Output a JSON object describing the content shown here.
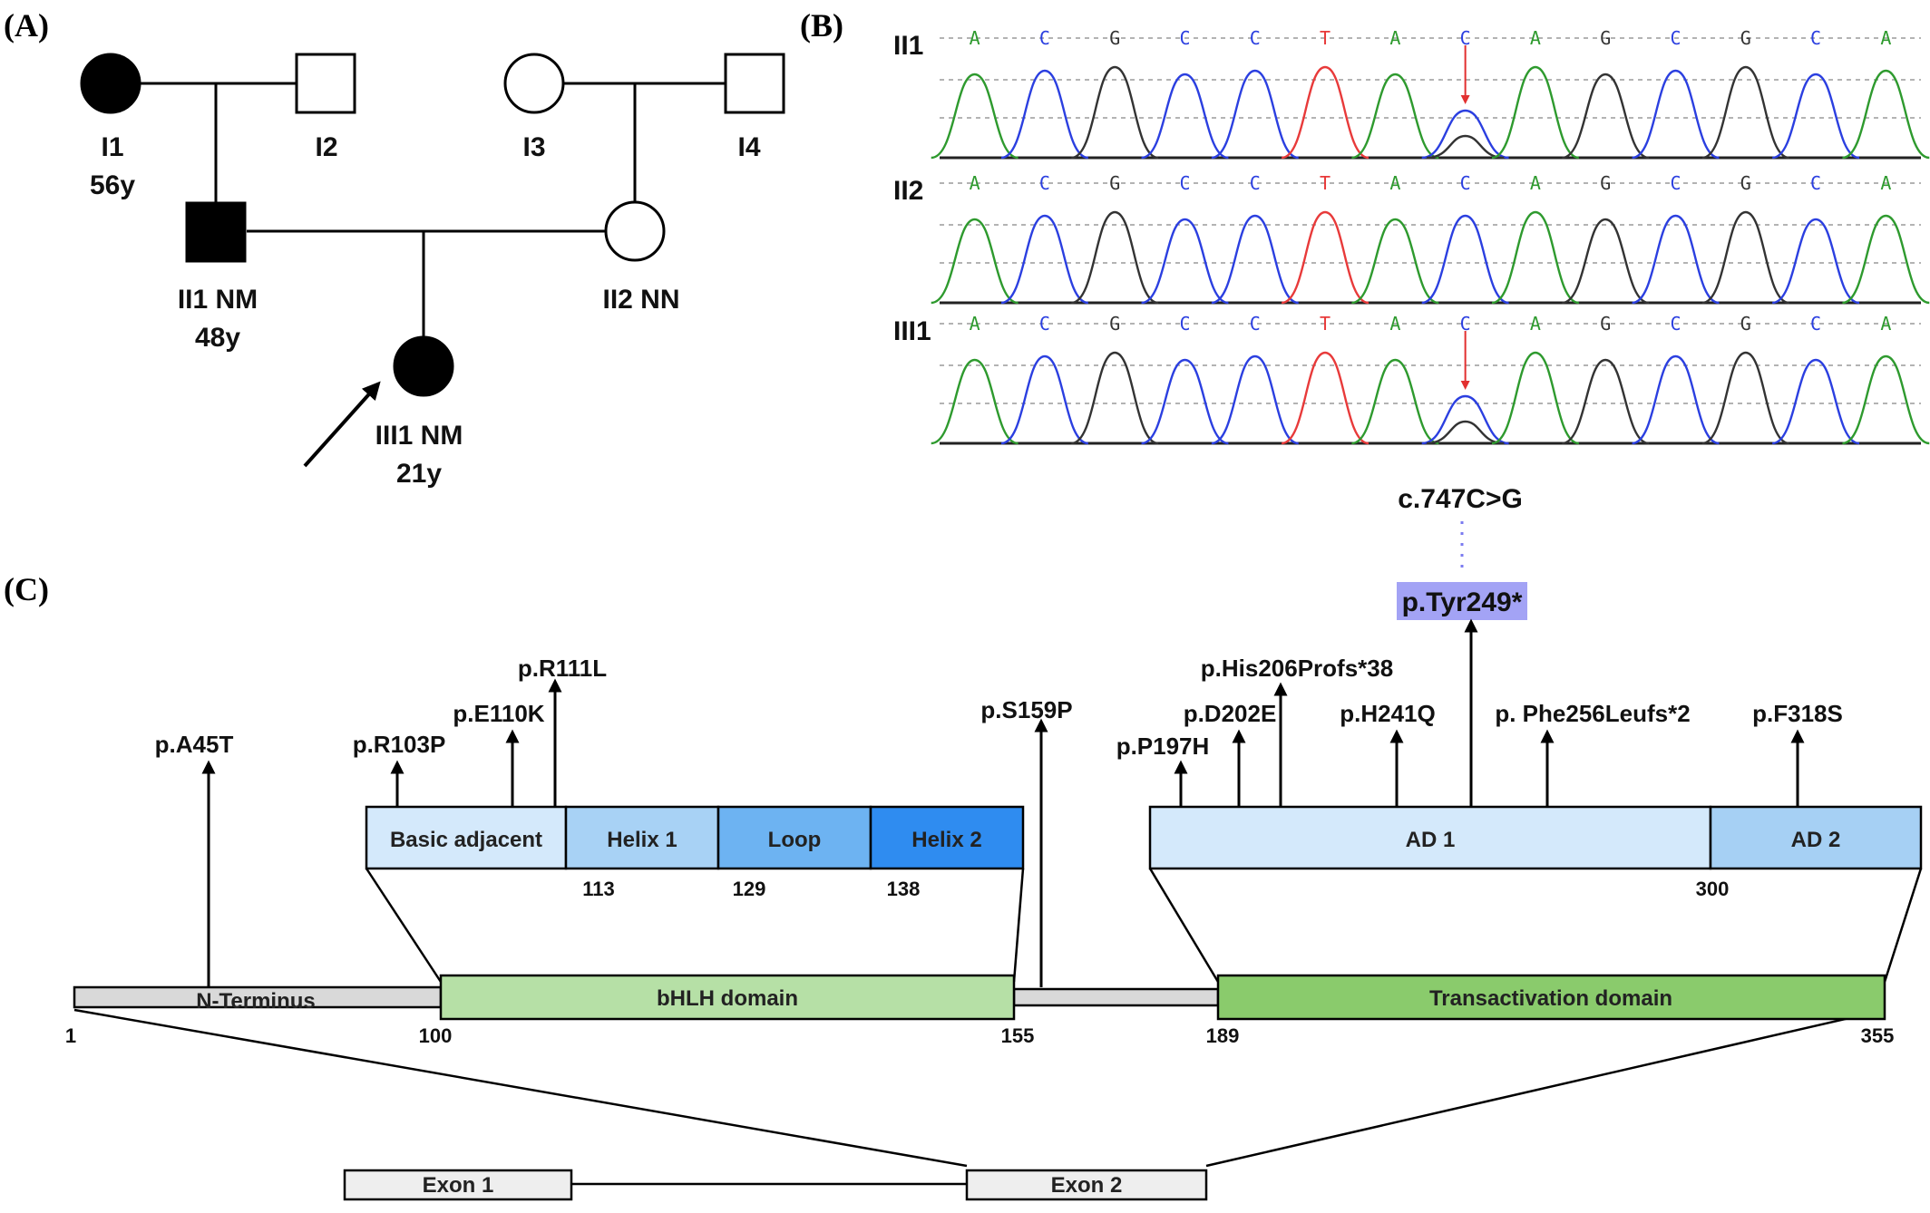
{
  "panels": {
    "a": "(A)",
    "b": "(B)",
    "c": "(C)"
  },
  "pedigree": {
    "I1": {
      "id": "I1",
      "age": "56y"
    },
    "I2": {
      "id": "I2"
    },
    "I3": {
      "id": "I3"
    },
    "I4": {
      "id": "I4"
    },
    "II1": {
      "id": "II1 NM",
      "age": "48y"
    },
    "II2": {
      "id": "II2 NN"
    },
    "III1": {
      "id": "III1 NM",
      "age": "21y"
    }
  },
  "sequencing": {
    "bases": [
      "A",
      "C",
      "G",
      "C",
      "C",
      "T",
      "A",
      "C",
      "A",
      "G",
      "C",
      "G",
      "C",
      "A"
    ],
    "tracks": [
      "II1",
      "II2",
      "III1"
    ],
    "variant": "c.747C>G",
    "protein_change": "p.Tyr249*",
    "base_colors": {
      "A": "#2e9a2e",
      "C": "#2b3fe0",
      "G": "#333333",
      "T": "#e83a3a"
    },
    "arrow_color": "#e23030"
  },
  "protein": {
    "main_domains": {
      "n_terminus": "N-Terminus",
      "bhlh": "bHLH  domain",
      "transactivation": "Transactivation domain"
    },
    "bhlh_subdomains": [
      "Basic adjacent",
      "Helix 1",
      "Loop",
      "Helix 2"
    ],
    "ta_subdomains": [
      "AD 1",
      "AD 2"
    ],
    "positions": {
      "p1": "1",
      "p100": "100",
      "p155": "155",
      "p189": "189",
      "p355": "355",
      "p113": "113",
      "p129": "129",
      "p138": "138",
      "p300": "300"
    },
    "mutations": [
      "p.A45T",
      "p.R103P",
      "p.E110K",
      "p.R111L",
      "p.S159P",
      "p.P197H",
      "p.D202E",
      "p.His206Profs*38",
      "p.H241Q",
      "p. Phe256Leufs*2",
      "p.F318S"
    ],
    "exons": [
      "Exon 1",
      "Exon 2"
    ],
    "colors": {
      "light_green": "#b6e0a6",
      "mid_green": "#8acb6c",
      "grey": "#d9d9d9",
      "basic": "#d4e9fb",
      "helix1": "#a8d2f5",
      "loop": "#6db3f2",
      "helix2": "#2f8cf0",
      "ad1": "#d4e9fb",
      "ad2": "#a6d0f4",
      "highlight": "#a3a3f5"
    }
  }
}
